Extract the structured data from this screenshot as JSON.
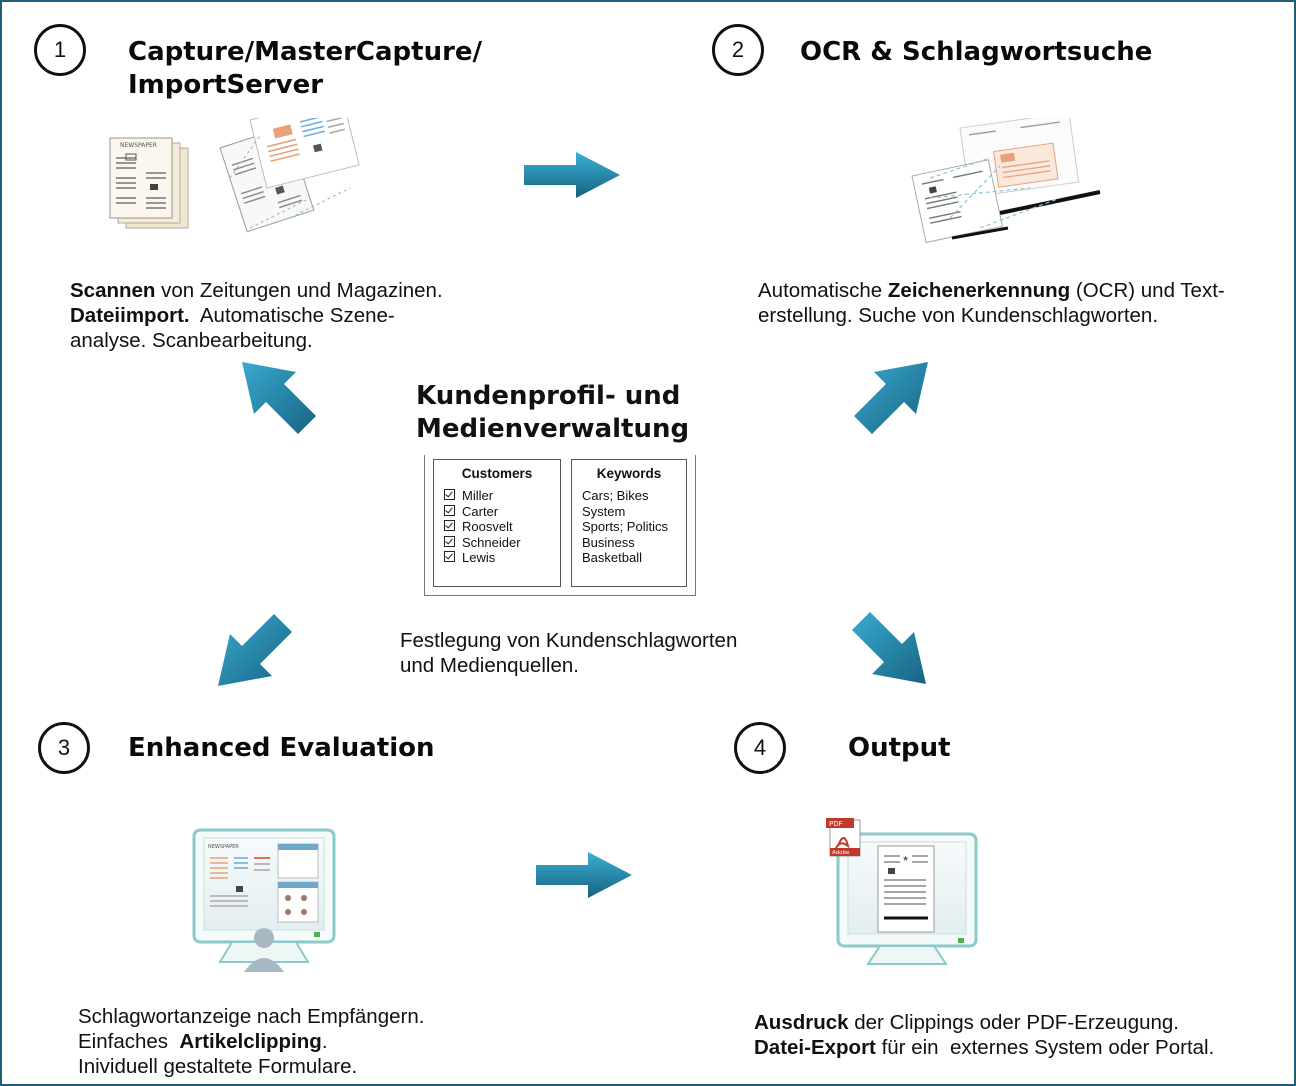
{
  "steps": [
    {
      "number": "1",
      "title_line1": "Capture/MasterCapture/",
      "title_line2": "ImportServer",
      "desc_line1_bold": "Scannen",
      "desc_line1_rest": " von Zeitungen und Magazinen.",
      "desc_line2_bold": "Dateiimport.",
      "desc_line2_rest": "  Automatische Szene-",
      "desc_line3": "analyse. Scanbearbeitung."
    },
    {
      "number": "2",
      "title": "OCR & Schlagwortsuche",
      "desc_line1_pre": "Automatische ",
      "desc_line1_bold": "Zeichenerkennung",
      "desc_line1_rest": " (OCR) und Text-",
      "desc_line2": "erstellung. Suche von Kundenschlagworten."
    },
    {
      "number": "3",
      "title": "Enhanced Evaluation",
      "desc_line1": "Schlagwortanzeige nach Empfängern.",
      "desc_line2_pre": "Einfaches  ",
      "desc_line2_bold": "Artikelclipping",
      "desc_line2_rest": ".",
      "desc_line3": "Inividuell gestaltete Formulare."
    },
    {
      "number": "4",
      "title": "Output",
      "desc_line1_bold": "Ausdruck",
      "desc_line1_rest": " der Clippings oder PDF-Erzeugung.",
      "desc_line2_bold": "Datei-Export",
      "desc_line2_rest": " für ein  externes System oder Portal."
    }
  ],
  "center": {
    "title_line1": "Kundenprofil- und",
    "title_line2": "Medienverwaltung",
    "customers_header": "Customers",
    "customers": [
      "Miller",
      "Carter",
      "Roosvelt",
      "Schneider",
      "Lewis"
    ],
    "keywords_header": "Keywords",
    "keywords": [
      "Cars; Bikes",
      "System",
      "Sports; Politics",
      "Business",
      "Basketball"
    ],
    "desc_line1": "Festlegung von Kundenschlagworten",
    "desc_line2": "und Medienquellen."
  },
  "illustration_text": {
    "newspaper": "NEWSPAPER",
    "pdf": "PDF",
    "adobe": "Adobe"
  },
  "colors": {
    "frame": "#1f5f78",
    "arrow_light": "#2b9cc4",
    "arrow_dark": "#1a6b8c",
    "highlight_orange": "#e8a27a",
    "highlight_blue": "#6fb3d9",
    "highlight_red": "#d94b3a",
    "monitor_teal": "#7cc4c4"
  }
}
